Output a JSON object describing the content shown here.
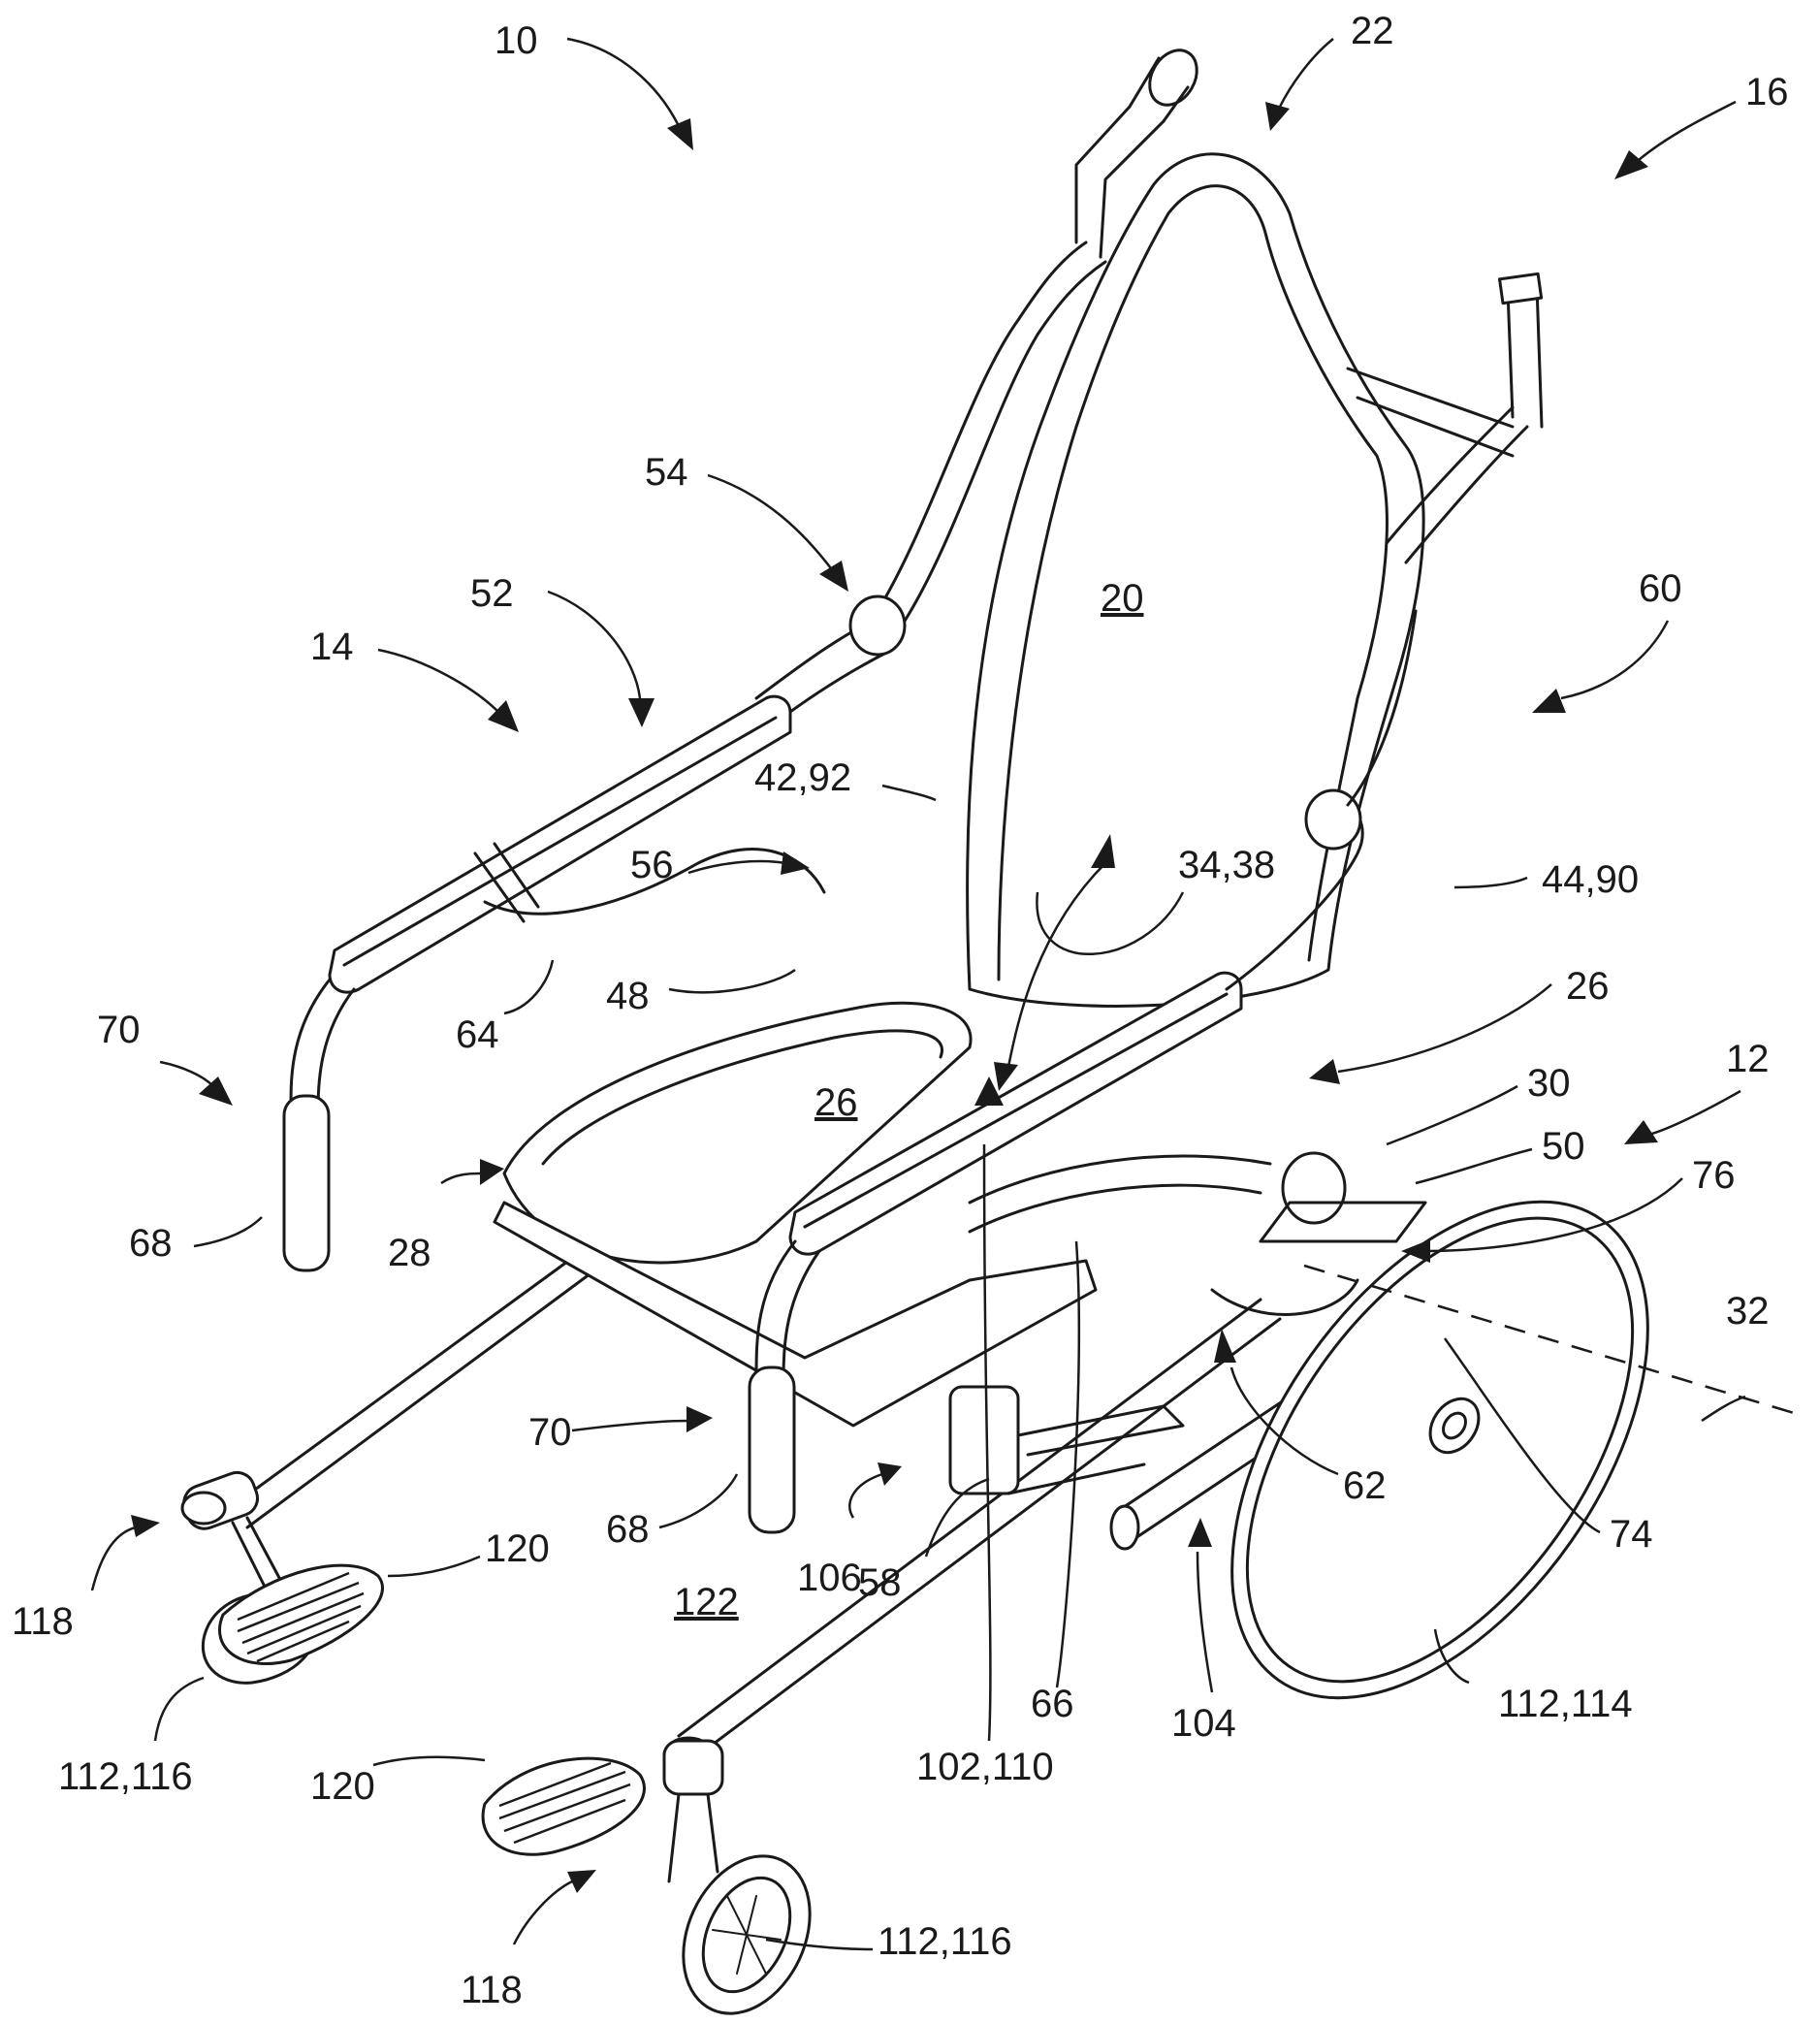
{
  "figure": {
    "reference_numerals": {
      "n10": "10",
      "n22": "22",
      "n16": "16",
      "n54": "54",
      "n20": "20",
      "n52": "52",
      "n14": "14",
      "n60": "60",
      "n42_92": "42,92",
      "n56": "56",
      "n34_38": "34,38",
      "n44_90": "44,90",
      "n48": "48",
      "n70_left": "70",
      "n64": "64",
      "n26_right": "26",
      "n26_seat": "26",
      "n30": "30",
      "n12": "12",
      "n50": "50",
      "n76": "76",
      "n28": "28",
      "n68_left": "68",
      "n32": "32",
      "n70_mid": "70",
      "n62": "62",
      "n74": "74",
      "n68_mid": "68",
      "n106": "106",
      "n58": "58",
      "n118_left": "118",
      "n120_left": "120",
      "n122": "122",
      "n112_116_left": "112,116",
      "n66": "66",
      "n104": "104",
      "n112_114": "112,114",
      "n102_110": "102,110",
      "n120_bottom": "120",
      "n118_bottom": "118",
      "n112_116_bottom": "112,116"
    }
  }
}
